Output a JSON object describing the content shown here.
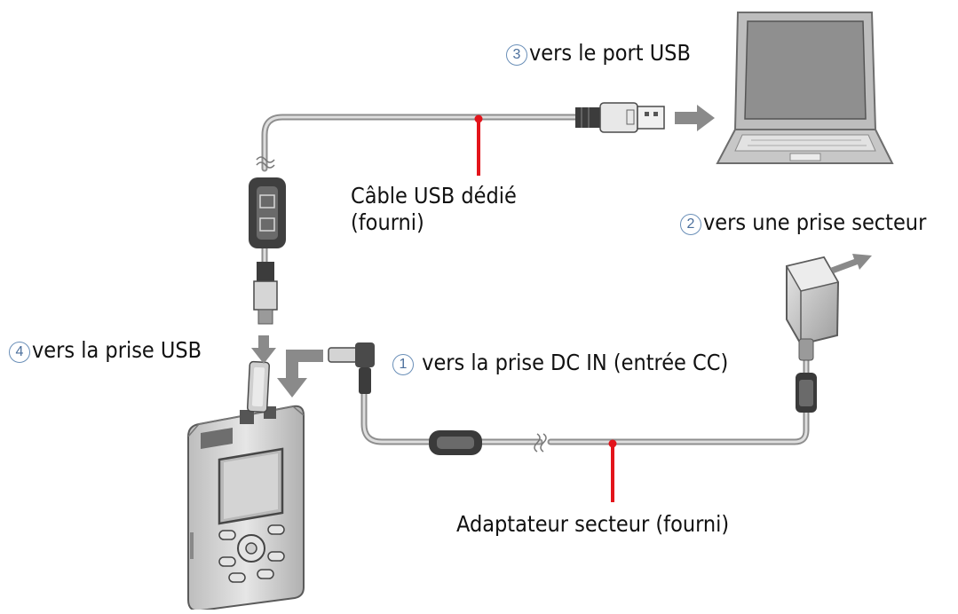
{
  "labels": {
    "usb_port": {
      "num": "3",
      "text": "vers le port USB"
    },
    "ac_outlet": {
      "num": "2",
      "text": "vers une prise secteur"
    },
    "usb_jack": {
      "num": "4",
      "text": "vers la prise USB"
    },
    "dc_in": {
      "num": "1",
      "text": "vers la prise DC IN (entrée CC)"
    },
    "usb_cable": {
      "line1": "Câble USB dédié",
      "line2": "(fourni)"
    },
    "ac_adapter": {
      "text": "Adaptateur secteur (fourni)"
    }
  },
  "colors": {
    "callout_line": "#e3141b",
    "number_circle": "#6a8fb8",
    "arrow": "#8a8a8a",
    "cable": "#9a9a9a"
  }
}
